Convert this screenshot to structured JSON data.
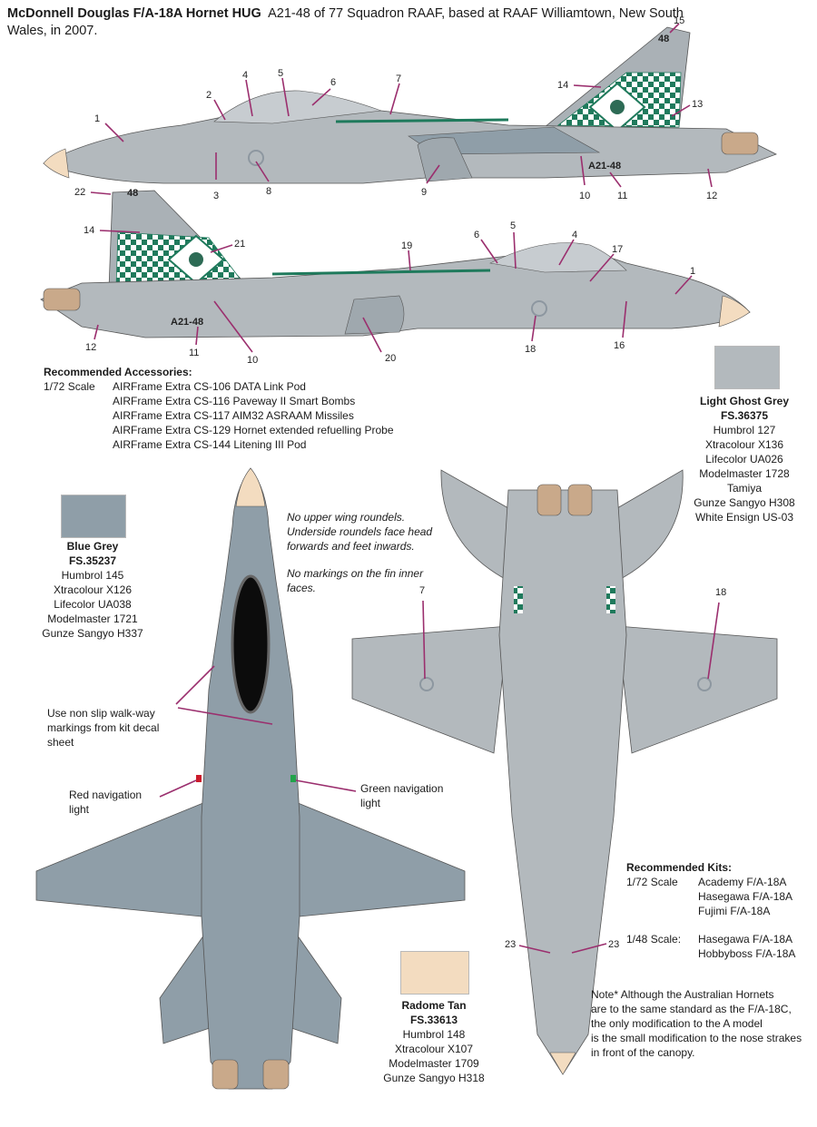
{
  "header": {
    "title_bold": "McDonnell Douglas F/A-18A Hornet HUG",
    "title_rest": "A21-48 of 77 Squadron RAAF, based at RAAF Williamtown, New South Wales, in 2007."
  },
  "aircraft": {
    "serial": "A21-48",
    "fin_code": "48",
    "colors": {
      "light_ghost_grey": "#b3b9bd",
      "blue_grey": "#8f9ea8",
      "radome_tan": "#f3dcc0",
      "squadron_green": "#1f7a5c",
      "nozzle": "#c9a98a"
    }
  },
  "callouts": {
    "top": [
      "1",
      "2",
      "3",
      "4",
      "5",
      "6",
      "7",
      "8",
      "9",
      "10",
      "11",
      "12",
      "13",
      "14",
      "15"
    ],
    "bottom": [
      "22",
      "14",
      "21",
      "19",
      "6",
      "5",
      "4",
      "17",
      "1",
      "12",
      "11",
      "10",
      "20",
      "18",
      "16"
    ],
    "underside": [
      "7",
      "18",
      "23",
      "23"
    ]
  },
  "accessories": {
    "title": "Recommended Accessories:",
    "scale": "1/72 Scale",
    "items": [
      "AIRFrame Extra CS-106 DATA Link Pod",
      "AIRFrame Extra CS-116 Paveway II Smart Bombs",
      "AIRFrame Extra CS-117 AIM32 ASRAAM Missiles",
      "AIRFrame Extra CS-129 Hornet extended refuelling Probe",
      "AIRFrame Extra CS-144 Litening III Pod"
    ]
  },
  "paints": {
    "light_ghost_grey": {
      "name": "Light Ghost Grey",
      "fs": "FS.36375",
      "hex": "#b3b9bd",
      "brands": [
        "Humbrol 127",
        "Xtracolour X136",
        "Lifecolor UA026",
        "Modelmaster 1728",
        "Tamiya",
        "Gunze Sangyo H308",
        "White Ensign US-03"
      ]
    },
    "blue_grey": {
      "name": "Blue Grey",
      "fs": "FS.35237",
      "hex": "#8f9ea8",
      "brands": [
        "Humbrol 145",
        "Xtracolour X126",
        "Lifecolor UA038",
        "Modelmaster 1721",
        "Gunze Sangyo H337"
      ]
    },
    "radome_tan": {
      "name": "Radome Tan",
      "fs": "FS.33613",
      "hex": "#f3dcc0",
      "brands": [
        "Humbrol 148",
        "Xtracolour X107",
        "Modelmaster 1709",
        "Gunze Sangyo H318"
      ]
    }
  },
  "notes": {
    "roundels": [
      "No upper wing roundels.",
      "Underside roundels face head",
      "forwards and feet inwards."
    ],
    "fin": [
      "No markings on the fin inner",
      "faces."
    ],
    "walkway": [
      "Use non slip walk-way",
      "markings from kit decal",
      "sheet"
    ],
    "red_light": [
      "Red navigation",
      "light"
    ],
    "green_light": [
      "Green navigation",
      "light"
    ],
    "australian": [
      "Note* Although the Australian Hornets",
      "are to the same standard as the F/A-18C,",
      "the only modification to the A model",
      "is the small modification to the nose strakes",
      "in front of the canopy."
    ]
  },
  "kits": {
    "title": "Recommended Kits:",
    "groups": [
      {
        "scale": "1/72 Scale",
        "items": [
          "Academy F/A-18A",
          "Hasegawa F/A-18A",
          "Fujimi F/A-18A"
        ]
      },
      {
        "scale": "1/48 Scale:",
        "items": [
          "Hasegawa F/A-18A",
          "Hobbyboss F/A-18A"
        ]
      }
    ]
  }
}
